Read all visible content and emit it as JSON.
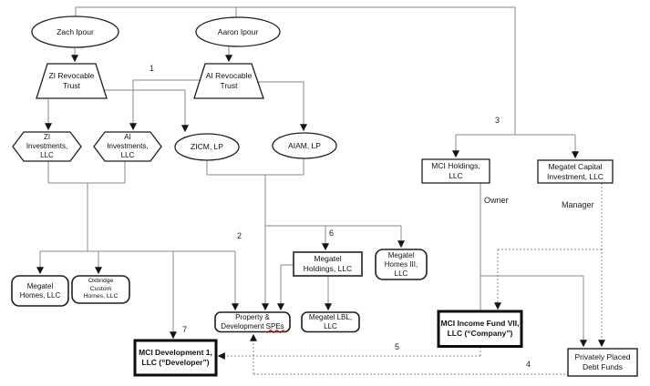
{
  "nodes": {
    "zach": {
      "label": "Zach Ipour",
      "shape": "ellipse"
    },
    "aaron": {
      "label": "Aaron Ipour",
      "shape": "ellipse"
    },
    "zi_trust": {
      "label": "ZI Revocable\nTrust",
      "shape": "trapezoid"
    },
    "ai_trust": {
      "label": "AI Revocable\nTrust",
      "shape": "trapezoid"
    },
    "zi_inv": {
      "label": "ZI\nInvestments,\nLLC",
      "shape": "hexagon"
    },
    "ai_inv": {
      "label": "AI\nInvestments,\nLLC",
      "shape": "hexagon"
    },
    "zicm": {
      "label": "ZICM, LP",
      "shape": "ellipse"
    },
    "aiam": {
      "label": "AIAM, LP",
      "shape": "ellipse"
    },
    "mci_holdings": {
      "label": "MCI Holdings,\nLLC",
      "shape": "rectangle"
    },
    "megatel_capital": {
      "label": "Megatel Capital\nInvestment, LLC",
      "shape": "rectangle"
    },
    "megatel_homes": {
      "label": "Megatel\nHomes, LLC",
      "shape": "rounded-rectangle"
    },
    "oxbridge": {
      "label": "Oxbridge\nCustom\nHomes, LLC",
      "shape": "rounded-rectangle"
    },
    "megatel_holdings": {
      "label": "Megatel\nHoldings, LLC",
      "shape": "rectangle"
    },
    "homes_iii": {
      "label": "Megatel\nHomes III,\nLLC",
      "shape": "rounded-rectangle"
    },
    "property_spes": {
      "line1": "Property &",
      "line2_word1": "Development",
      "line2_word2": "SPEs",
      "shape": "rounded-rectangle"
    },
    "megatel_lbl": {
      "label": "Megatel LBL,\nLLC",
      "shape": "rounded-rectangle"
    },
    "fund_vii": {
      "label": "MCI Income Fund VII,\nLLC (“Company”)",
      "shape": "bold-rectangle"
    },
    "dev_1": {
      "label": "MCI Development 1,\nLLC (“Developer”)",
      "shape": "bold-rectangle"
    },
    "debt_funds": {
      "label": "Privately Placed\nDebt Funds",
      "shape": "rectangle"
    }
  },
  "edge_labels": {
    "n1": "1",
    "n2": "2",
    "n3": "3",
    "n4": "4",
    "n5": "5",
    "n6": "6",
    "n7": "7",
    "owner": "Owner",
    "manager": "Manager"
  },
  "colors": {
    "line": "#8a8a8a",
    "arrowhead": "#151515",
    "shape_border": "#1f1f1f",
    "bold_border": "#0d0d0d",
    "misspell_underline": "#c00000",
    "background": "#ffffff"
  }
}
